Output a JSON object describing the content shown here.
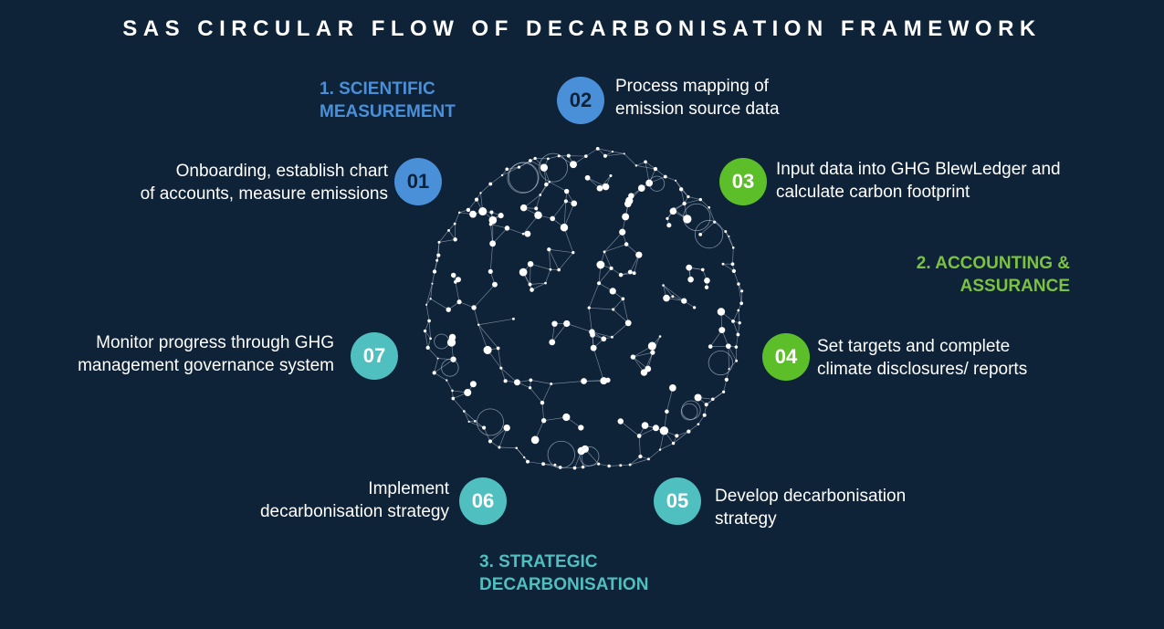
{
  "title": "SAS CIRCULAR FLOW OF DECARBONISATION FRAMEWORK",
  "colors": {
    "background": "#0e2238",
    "blue": "#4a90d9",
    "green": "#5cbf2a",
    "teal": "#4fbfbf",
    "phase_blue": "#4a90d9",
    "phase_green": "#7cc242",
    "phase_teal": "#4fbfbf"
  },
  "phases": {
    "scientific": {
      "line1": "1. SCIENTIFIC",
      "line2": "MEASUREMENT"
    },
    "accounting": {
      "line1": "2. ACCOUNTING &",
      "line2": "ASSURANCE"
    },
    "strategic": {
      "line1": "3. STRATEGIC",
      "line2": "DECARBONISATION"
    }
  },
  "steps": {
    "s01": {
      "num": "01",
      "line1": "Onboarding, establish chart",
      "line2": "of accounts, measure emissions"
    },
    "s02": {
      "num": "02",
      "line1": "Process mapping of",
      "line2": "emission source data"
    },
    "s03": {
      "num": "03",
      "line1": "Input data into GHG BlewLedger and",
      "line2": "calculate carbon footprint"
    },
    "s04": {
      "num": "04",
      "line1": "Set targets and complete",
      "line2": "climate disclosures/ reports"
    },
    "s05": {
      "num": "05",
      "line1": "Develop decarbonisation",
      "line2": "strategy"
    },
    "s06": {
      "num": "06",
      "line1": "Implement",
      "line2": "decarbonisation strategy"
    },
    "s07": {
      "num": "07",
      "line1": "Monitor progress through GHG",
      "line2": "management governance system"
    }
  },
  "globe": {
    "icon": "network-globe-icon"
  }
}
